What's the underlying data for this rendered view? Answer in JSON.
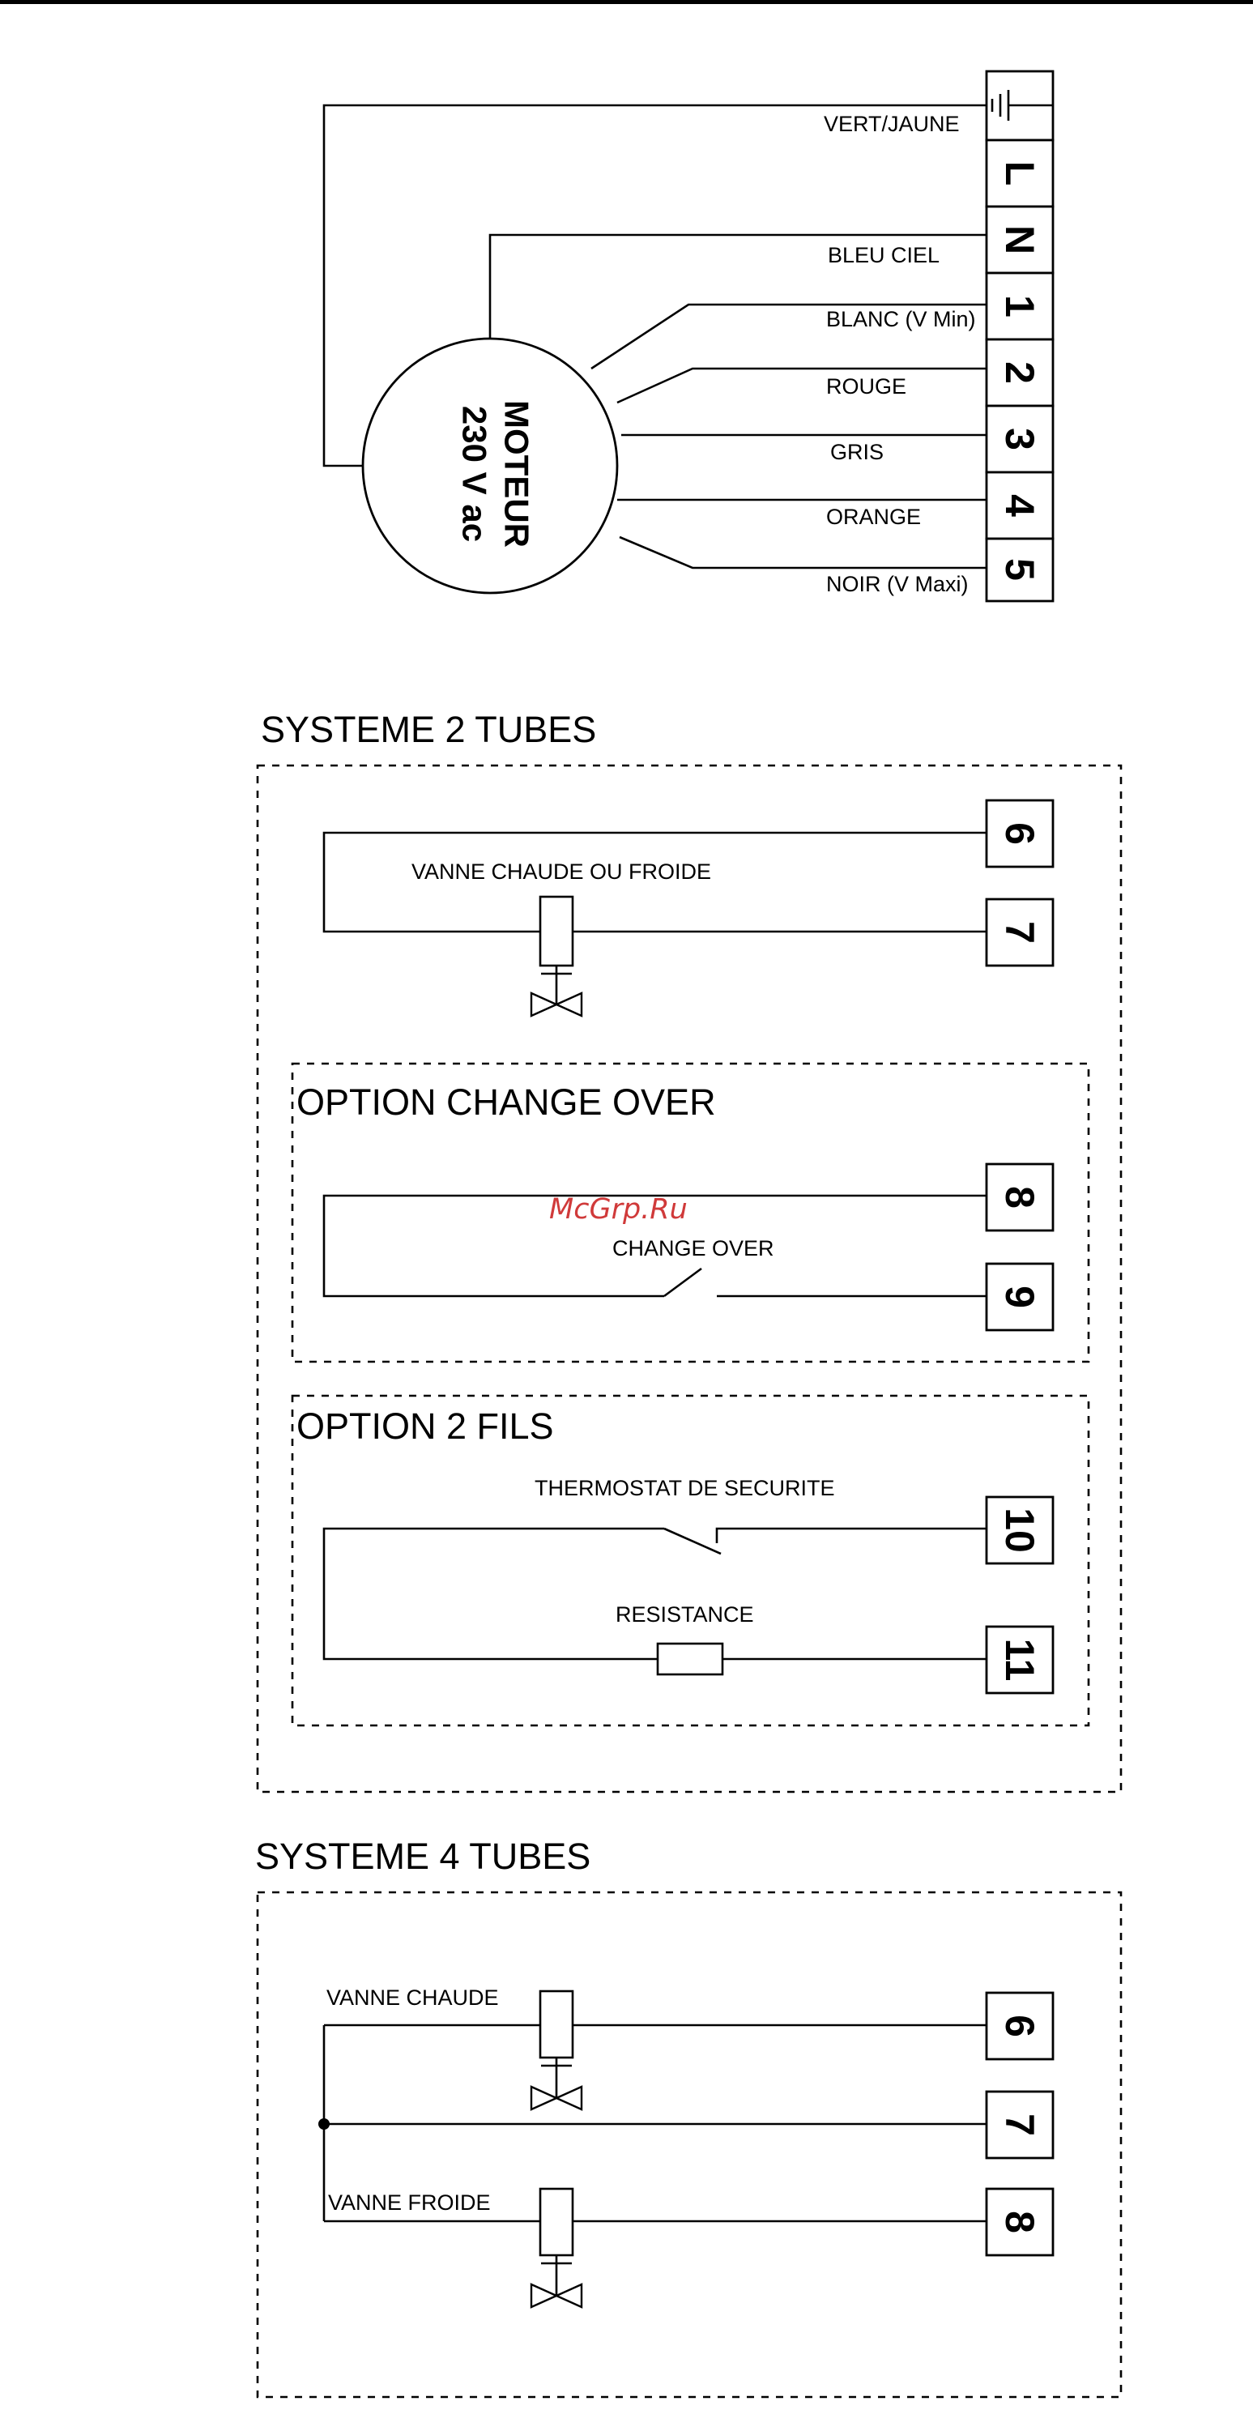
{
  "motor": {
    "line1": "MOTEUR",
    "line2": "230 V ac"
  },
  "wires": {
    "ground": "VERT/JAUNE",
    "neutral": "BLEU CIEL",
    "w1": "BLANC (V Min)",
    "w2": "ROUGE",
    "w3": "GRIS",
    "w4": "ORANGE",
    "w5": "NOIR (V Maxi)"
  },
  "motor_terminals": [
    "L",
    "N",
    "1",
    "2",
    "3",
    "4",
    "5"
  ],
  "systeme2": {
    "title": "SYSTEME 2 TUBES",
    "valve": "VANNE CHAUDE OU FROIDE",
    "terminals": [
      "6",
      "7"
    ]
  },
  "change_over": {
    "title": "OPTION CHANGE OVER",
    "switch": "CHANGE OVER",
    "terminals": [
      "8",
      "9"
    ]
  },
  "two_wires": {
    "title": "OPTION 2 FILS",
    "thermostat": "THERMOSTAT DE SECURITE",
    "resistance": "RESISTANCE",
    "terminals": [
      "10",
      "11"
    ]
  },
  "systeme4": {
    "title": "SYSTEME 4 TUBES",
    "hot_valve": "VANNE CHAUDE",
    "cold_valve": "VANNE FROIDE",
    "terminals": [
      "6",
      "7",
      "8"
    ]
  },
  "watermark": "McGrp.Ru"
}
